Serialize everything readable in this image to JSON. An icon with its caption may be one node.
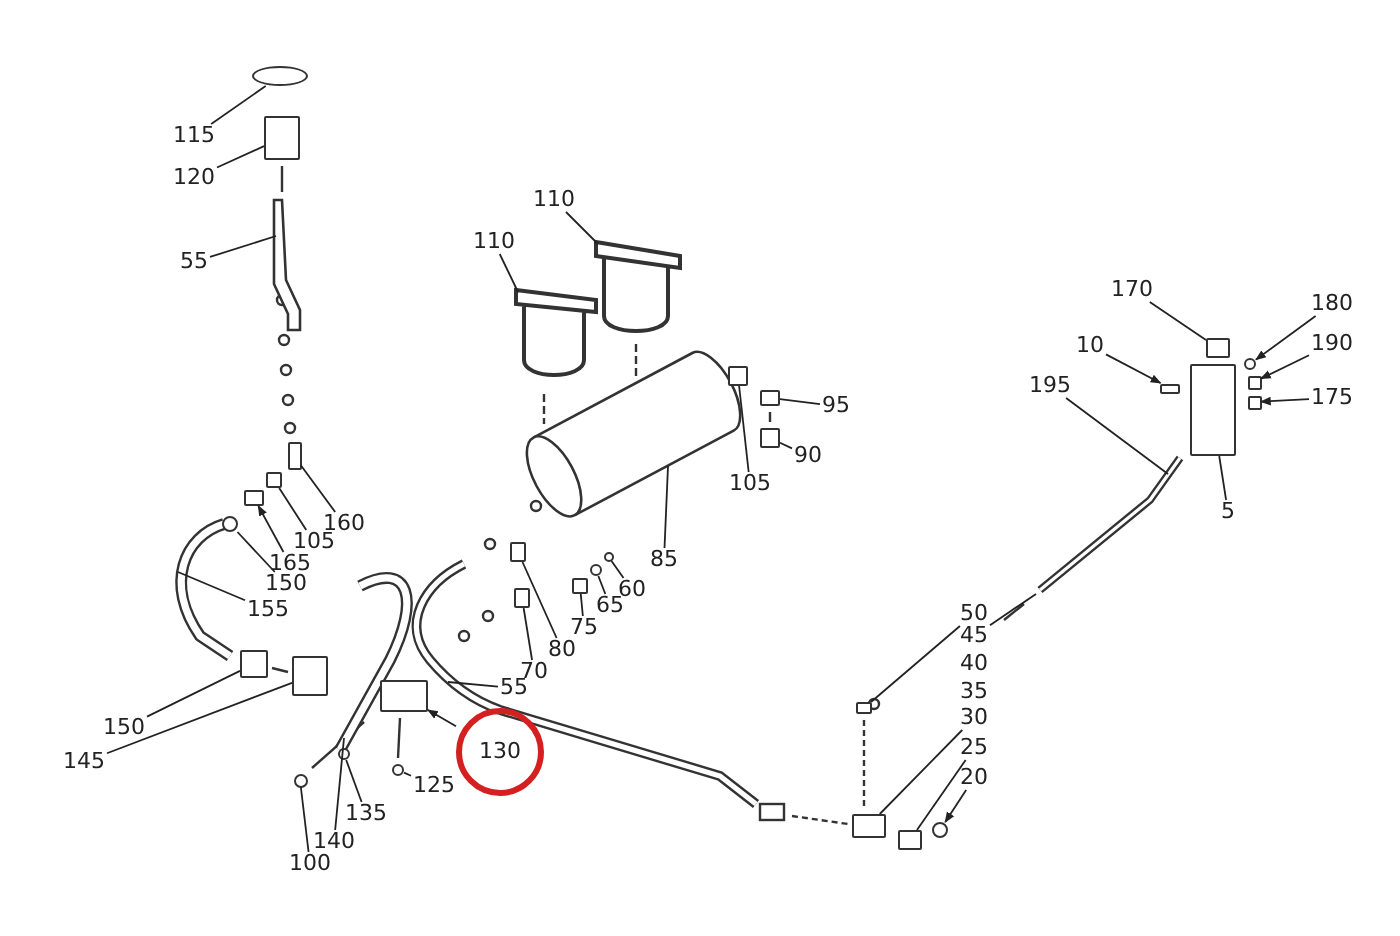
{
  "diagram": {
    "nodes": [
      {
        "text": [
          "115"
        ]
      },
      {
        "text": [
          "120"
        ]
      },
      {
        "text": [
          "110"
        ]
      },
      {
        "text": [
          "110"
        ]
      },
      {
        "text": [
          "55"
        ]
      },
      {
        "text": [
          "170"
        ]
      },
      {
        "text": [
          "180"
        ]
      },
      {
        "text": [
          "190"
        ]
      },
      {
        "text": [
          "10"
        ]
      },
      {
        "text": [
          "195"
        ]
      },
      {
        "text": [
          "175"
        ]
      },
      {
        "text": [
          "95"
        ]
      },
      {
        "text": [
          "90"
        ]
      },
      {
        "text": [
          "105"
        ]
      },
      {
        "text": [
          "5"
        ]
      },
      {
        "text": [
          "160"
        ]
      },
      {
        "text": [
          "105"
        ]
      },
      {
        "text": [
          "85"
        ]
      },
      {
        "text": [
          "165"
        ]
      },
      {
        "text": [
          "150"
        ]
      },
      {
        "text": [
          "60"
        ]
      },
      {
        "text": [
          "65"
        ]
      },
      {
        "text": [
          "155"
        ]
      },
      {
        "text": [
          "50"
        ]
      },
      {
        "text": [
          "75"
        ]
      },
      {
        "text": [
          "45"
        ]
      },
      {
        "text": [
          "80"
        ]
      },
      {
        "text": [
          "70"
        ]
      },
      {
        "text": [
          "55"
        ]
      },
      {
        "text": [
          "30"
        ]
      },
      {
        "text": [
          "150"
        ]
      },
      {
        "text": [
          "130"
        ]
      },
      {
        "text": [
          "25"
        ]
      },
      {
        "text": [
          "145"
        ]
      },
      {
        "text": [
          "125"
        ]
      },
      {
        "text": [
          "20"
        ]
      },
      {
        "text": [
          "135"
        ]
      },
      {
        "text": [
          "140"
        ]
      },
      {
        "text": [
          "100"
        ]
      },
      {
        "text": [],
        "shape": "hose"
      },
      {
        "text": [],
        "shape": "box"
      },
      {
        "text": [],
        "shape": "box"
      },
      {
        "text": [],
        "shape": "circle"
      },
      {
        "text": [],
        "shape": "box"
      },
      {
        "text": [],
        "shape": "hose"
      },
      {
        "text": [],
        "shape": "circle"
      },
      {
        "text": [],
        "shape": "box"
      },
      {
        "text": [],
        "shape": "box"
      },
      {
        "text": [],
        "shape": "box"
      },
      {
        "text": [],
        "shape": "circle"
      },
      {
        "text": [],
        "shape": "hose"
      },
      {
        "text": [],
        "shape": "circle"
      },
      {
        "text": [],
        "shape": "circle"
      },
      {
        "text": [],
        "shape": "box"
      },
      {
        "text": [],
        "shape": "pipe"
      },
      {
        "text": [],
        "shape": "clamp"
      },
      {
        "text": [],
        "shape": "box"
      },
      {
        "text": [],
        "shape": "box"
      },
      {
        "text": [],
        "shape": "clamp"
      },
      {
        "text": [],
        "shape": "box"
      },
      {
        "text": [],
        "shape": "circle"
      },
      {
        "text": [],
        "shape": "circle"
      },
      {
        "text": [],
        "shape": "cylinder"
      },
      {
        "text": [],
        "shape": "box"
      },
      {
        "text": [],
        "shape": "box"
      },
      {
        "text": [],
        "shape": "box"
      },
      {
        "text": [],
        "shape": "box"
      },
      {
        "text": [],
        "shape": "box"
      },
      {
        "text": [],
        "shape": "box"
      },
      {
        "text": [],
        "shape": "circle"
      },
      {
        "text": [],
        "shape": "pipe"
      },
      {
        "text": [],
        "shape": "box"
      },
      {
        "text": [],
        "shape": "box"
      },
      {
        "text": [],
        "shape": "box"
      },
      {
        "text": [],
        "shape": "circle"
      },
      {
        "text": [],
        "shape": "box"
      },
      {
        "text": [],
        "shape": "box"
      }
    ],
    "edges": [
      {
        "from": 0,
        "to": 42,
        "arrow": "none"
      },
      {
        "from": 1,
        "to": 43,
        "arrow": "none"
      },
      {
        "from": 2,
        "to": 58,
        "arrow": "none"
      },
      {
        "from": 3,
        "to": 55,
        "arrow": "none"
      },
      {
        "from": 4,
        "to": 44,
        "arrow": "none"
      },
      {
        "from": 5,
        "to": 73,
        "arrow": "none"
      },
      {
        "from": 6,
        "to": 74,
        "arrow": "to"
      },
      {
        "from": 7,
        "to": 75,
        "arrow": "to"
      },
      {
        "from": 8,
        "to": 71,
        "arrow": "to"
      },
      {
        "from": 9,
        "to": 70,
        "arrow": "none"
      },
      {
        "from": 10,
        "to": 76,
        "arrow": "to"
      },
      {
        "from": 11,
        "to": 64,
        "arrow": "none"
      },
      {
        "from": 12,
        "to": 65,
        "arrow": "none"
      },
      {
        "from": 13,
        "to": 63,
        "arrow": "none"
      },
      {
        "from": 14,
        "to": 72,
        "arrow": "none"
      },
      {
        "from": 15,
        "to": 48,
        "arrow": "none"
      },
      {
        "from": 16,
        "to": 47,
        "arrow": "none"
      },
      {
        "from": 17,
        "to": 62,
        "arrow": "none"
      },
      {
        "from": 18,
        "to": 46,
        "arrow": "to"
      },
      {
        "from": 19,
        "to": 45,
        "arrow": "none"
      },
      {
        "from": 20,
        "to": 61,
        "arrow": "none"
      },
      {
        "from": 21,
        "to": 60,
        "arrow": "none"
      },
      {
        "from": 22,
        "to": 39,
        "arrow": "none"
      },
      {
        "from": 23,
        "to": 66,
        "arrow": "none"
      },
      {
        "from": 24,
        "to": 59,
        "arrow": "none"
      },
      {
        "from": 25,
        "to": 70,
        "arrow": "none"
      },
      {
        "from": 26,
        "to": 56,
        "arrow": "none"
      },
      {
        "from": 27,
        "to": 57,
        "arrow": "none"
      },
      {
        "from": 28,
        "to": 54,
        "arrow": "none"
      },
      {
        "from": 29,
        "to": 67,
        "arrow": "none"
      },
      {
        "from": 30,
        "to": 40,
        "arrow": "none"
      },
      {
        "from": 31,
        "to": 53,
        "arrow": "to"
      },
      {
        "from": 32,
        "to": 68,
        "arrow": "none"
      },
      {
        "from": 33,
        "to": 41,
        "arrow": "none"
      },
      {
        "from": 34,
        "to": 52,
        "arrow": "none"
      },
      {
        "from": 35,
        "to": 69,
        "arrow": "to"
      },
      {
        "from": 36,
        "to": 51,
        "arrow": "none"
      },
      {
        "from": 37,
        "to": 50,
        "arrow": "none"
      },
      {
        "from": 38,
        "to": 49,
        "arrow": "none"
      }
    ],
    "labels": [
      "40",
      "35"
    ]
  }
}
